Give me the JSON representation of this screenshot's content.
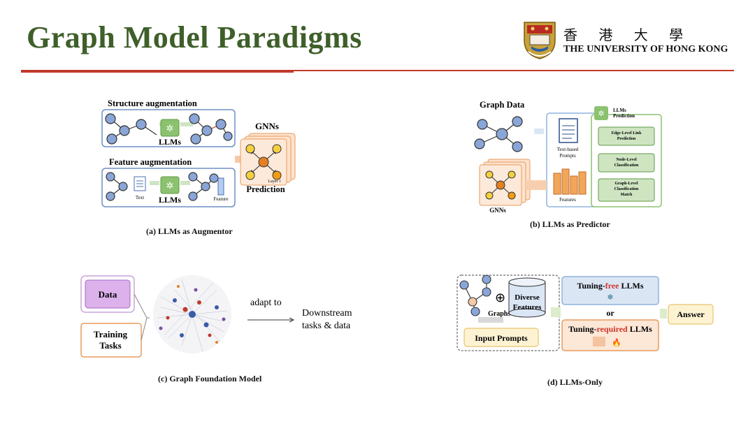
{
  "header": {
    "title": "Graph Model Paradigms",
    "university_cn": "香 港 大 學",
    "university_en": "THE UNIVERSITY OF HONG KONG"
  },
  "panel_a": {
    "structure_label": "Structure augmentation",
    "feature_label": "Feature augmentation",
    "llms_label_1": "LLMs",
    "llms_label_2": "LLMs",
    "text_label": "Text",
    "feature_small": "Feature",
    "gnns_label": "GNNs",
    "layer_label": "Layer 1",
    "prediction_label": "Prediction",
    "caption": "(a) LLMs as Augmentor"
  },
  "panel_b": {
    "graph_data": "Graph Data",
    "text_prompts": "Text-based Prompts",
    "features_label": "Features",
    "gnns_label": "GNNs",
    "llms_prediction": "LLMs Prediction",
    "task_1": "Edge-Level Link Prediction",
    "task_2": "Node-Level Classification",
    "task_3": "Graph-Level Classification Match",
    "caption": "(b) LLMs as Predictor"
  },
  "panel_c": {
    "data_label": "Data",
    "training_tasks": "Training Tasks",
    "adapt_to": "adapt to",
    "downstream_1": "Downstream",
    "downstream_2": "tasks & data",
    "caption": "(c) Graph Foundation Model"
  },
  "panel_d": {
    "graphs_label": "Graphs",
    "plus": "⊕",
    "diverse_features_1": "Diverse",
    "diverse_features_2": "Features",
    "input_prompts": "Input Prompts",
    "tuning_free_pre": "Tuning-",
    "tuning_free_red": "free",
    "tuning_free_post": " LLMs",
    "or_label": "or",
    "tuning_req_pre": "Tuning-",
    "tuning_req_red": "required",
    "tuning_req_post": " LLMs",
    "answer": "Answer",
    "caption": "(d) LLMs-Only"
  },
  "colors": {
    "title_green": "#3f5f2a",
    "rule_red": "#c0392b",
    "node_blue": "#8aa6d8",
    "llm_green": "#8cc26f",
    "gnn_orange": "#f2a65a",
    "data_purple": "#dcb1ec",
    "tuning_blue": "#dbe6f5",
    "tuning_orange": "#fde7d6",
    "answer_yellow": "#fdf3d3"
  }
}
